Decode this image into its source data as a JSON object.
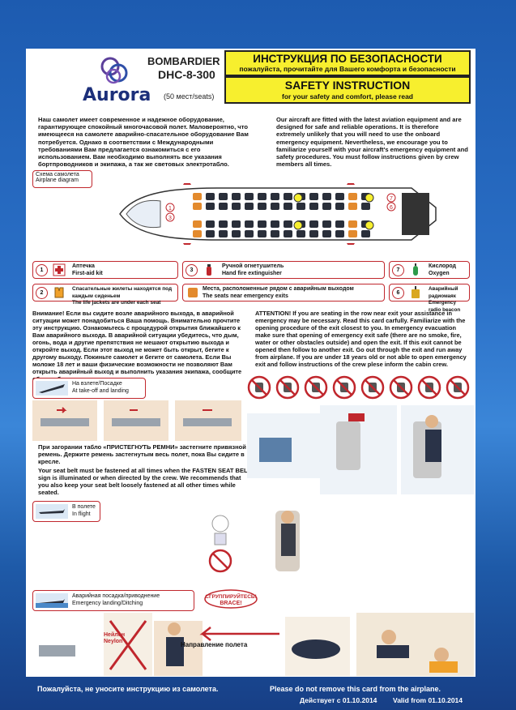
{
  "header": {
    "logo_text": "Aurora",
    "manufacturer": "BOMBARDIER",
    "model": "DHC-8-300",
    "seats": "(50 мест/seats)",
    "title_ru": "ИНСТРУКЦИЯ ПО БЕЗОПАСНОСТИ",
    "subtitle_ru": "пожалуйста, прочитайте для Вашего комфорта и безопасности",
    "title_en": "SAFETY INSTRUCTION",
    "subtitle_en": "for your safety and comfort, please read"
  },
  "intro": {
    "ru": "Наш самолет имеет современное и надежное оборудование, гарантирующее спокойный многочасовой полет. Маловероятно, что имеющееся на самолете аварийно-спасательное оборудование Вам потребуется. Однако в соответствии с Международными требованиями Вам предлагается ознакомиться с его использованием. Вам необходимо выполнять все указания бортпроводников и экипажа, а так же световых электротабло.",
    "en": "Our aircraft are fitted with the latest aviation equipment and are designed for safe and reliable operations. It is therefore extremely unlikely that you will need to use the onboard emergency equipment. Nevertheless, we encourage you to familiarize yourself with your aircraft's emergency equipment and safety procedures. You must follow instructions given by crew members all times."
  },
  "diagram": {
    "label_ru": "Схема самолета",
    "label_en": "Airplane diagram"
  },
  "legend": [
    {
      "num": "1",
      "ru": "Аптечка",
      "en": "First-aid kit"
    },
    {
      "num": "2",
      "ru": "Спасательные жилеты находятся под каждым сиденьем",
      "en": "The life jackets are under each seat"
    },
    {
      "num": "3",
      "ru": "Ручной огнетушитель",
      "en": "Hand fire extinguisher"
    },
    {
      "num": "",
      "ru": "Места, расположенные рядом с аварийным выходом",
      "en": "The seats near emergency exits"
    },
    {
      "num": "7",
      "ru": "Кислород",
      "en": "Oxygen"
    },
    {
      "num": "6",
      "ru": "Аварийный радиомаяк",
      "en": "Emergency radio beacon"
    }
  ],
  "attention": {
    "ru": "Внимание! Если вы сидите возле аварийного выхода, в аварийной ситуации может понадобиться Ваша помощь. Внимательно прочтите эту инструкцию. Ознакомьтесь с процедурой открытия ближайшего к Вам аварийного выхода. В аварийной ситуации убедитесь, что дым, огонь, вода и другие препятствия не мешают открытию выхода и откройте выход. Если этот выход не может быть открыт, бегите к другому выходу. Покиньте самолет и бегите от самолета. Если Вы моложе 18 лет и ваши физические возможности не позволяют Вам открыть аварийный выход и выполнить указания экипажа, сообщите об этом бортпроводнику.",
    "en": "ATTENTION! If you are seating in the row near exit your assistance in emergency may be necessary. Read this card carfully. Familiarize with the opening procedure of the exit closest to you. In emergency evacuation make sure that opening of emergency exit safe (there are no smoke, fire, water or other obstacles outside) and open the exit. If this exit cannot be opened then follow to another exit. Go out through the exit and run away from airplane. If you are under 18 years old or not able to open emergency exit and follow instructions of the crew plese inform the cabin crew."
  },
  "takeoff": {
    "label_ru": "На взлете/Посадке",
    "label_en": "At take-off and landing",
    "belt_ru": "При загорании табло «ПРИСТЕГНУТЬ РЕМНИ» застегните привязной ремень. Держите ремень застегнутым весь полет, пока Вы сидите в кресле.",
    "belt_en": "Your seat belt must be fastened at all times when the FASTEN SEAT BELT sign is illuminated or when directed by the crew. We recommends that you also keep your seat belt loosely fastened at all other times while seated."
  },
  "inflight": {
    "label_ru": "В полете",
    "label_en": "In flight"
  },
  "emergency": {
    "label_ru": "Аварийная посадка/приводнение",
    "label_en": "Emergency landing/Ditching",
    "brace_ru": "СГРУППИРУЙТЕСЬ!",
    "brace_en": "BRACE!",
    "direction": "Направление полета",
    "nylon_ru": "Нейлон",
    "nylon_en": "Neylon"
  },
  "footer": {
    "ru": "Пожалуйста, не уносите инструкцию из самолета.",
    "en": "Please do not remove this card from the airplane.",
    "date_ru": "Действует с 01.10.2014",
    "date_en": "Valid from 01.10.2014"
  },
  "colors": {
    "accent": "#c0272d",
    "yellow": "#f7ef2e",
    "exit_seat": "#e38a2d",
    "seat": "#2a2f3a",
    "brand": "#1c2f7a"
  }
}
